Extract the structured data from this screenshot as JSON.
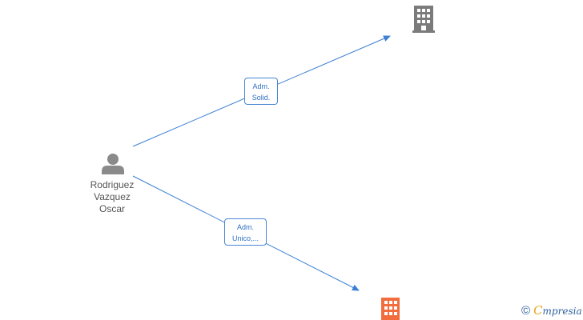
{
  "nodes": {
    "person": {
      "name_lines": [
        "Rodriguez",
        "Vazquez",
        "Oscar"
      ],
      "icon": "person-icon",
      "color": "#8a8a8a"
    },
    "company_top": {
      "icon": "building-icon",
      "color": "#7b7b7b"
    },
    "company_bottom": {
      "icon": "building-icon",
      "color": "#f26c3d"
    }
  },
  "edges": [
    {
      "label_lines": [
        "Adm.",
        "Solid."
      ],
      "color": "#3d7fd3"
    },
    {
      "label_lines": [
        "Adm.",
        "Unico,..."
      ],
      "color": "#3d7fd3"
    }
  ],
  "brand": {
    "copyright": "©",
    "initial": "C",
    "rest": "mpresia"
  }
}
